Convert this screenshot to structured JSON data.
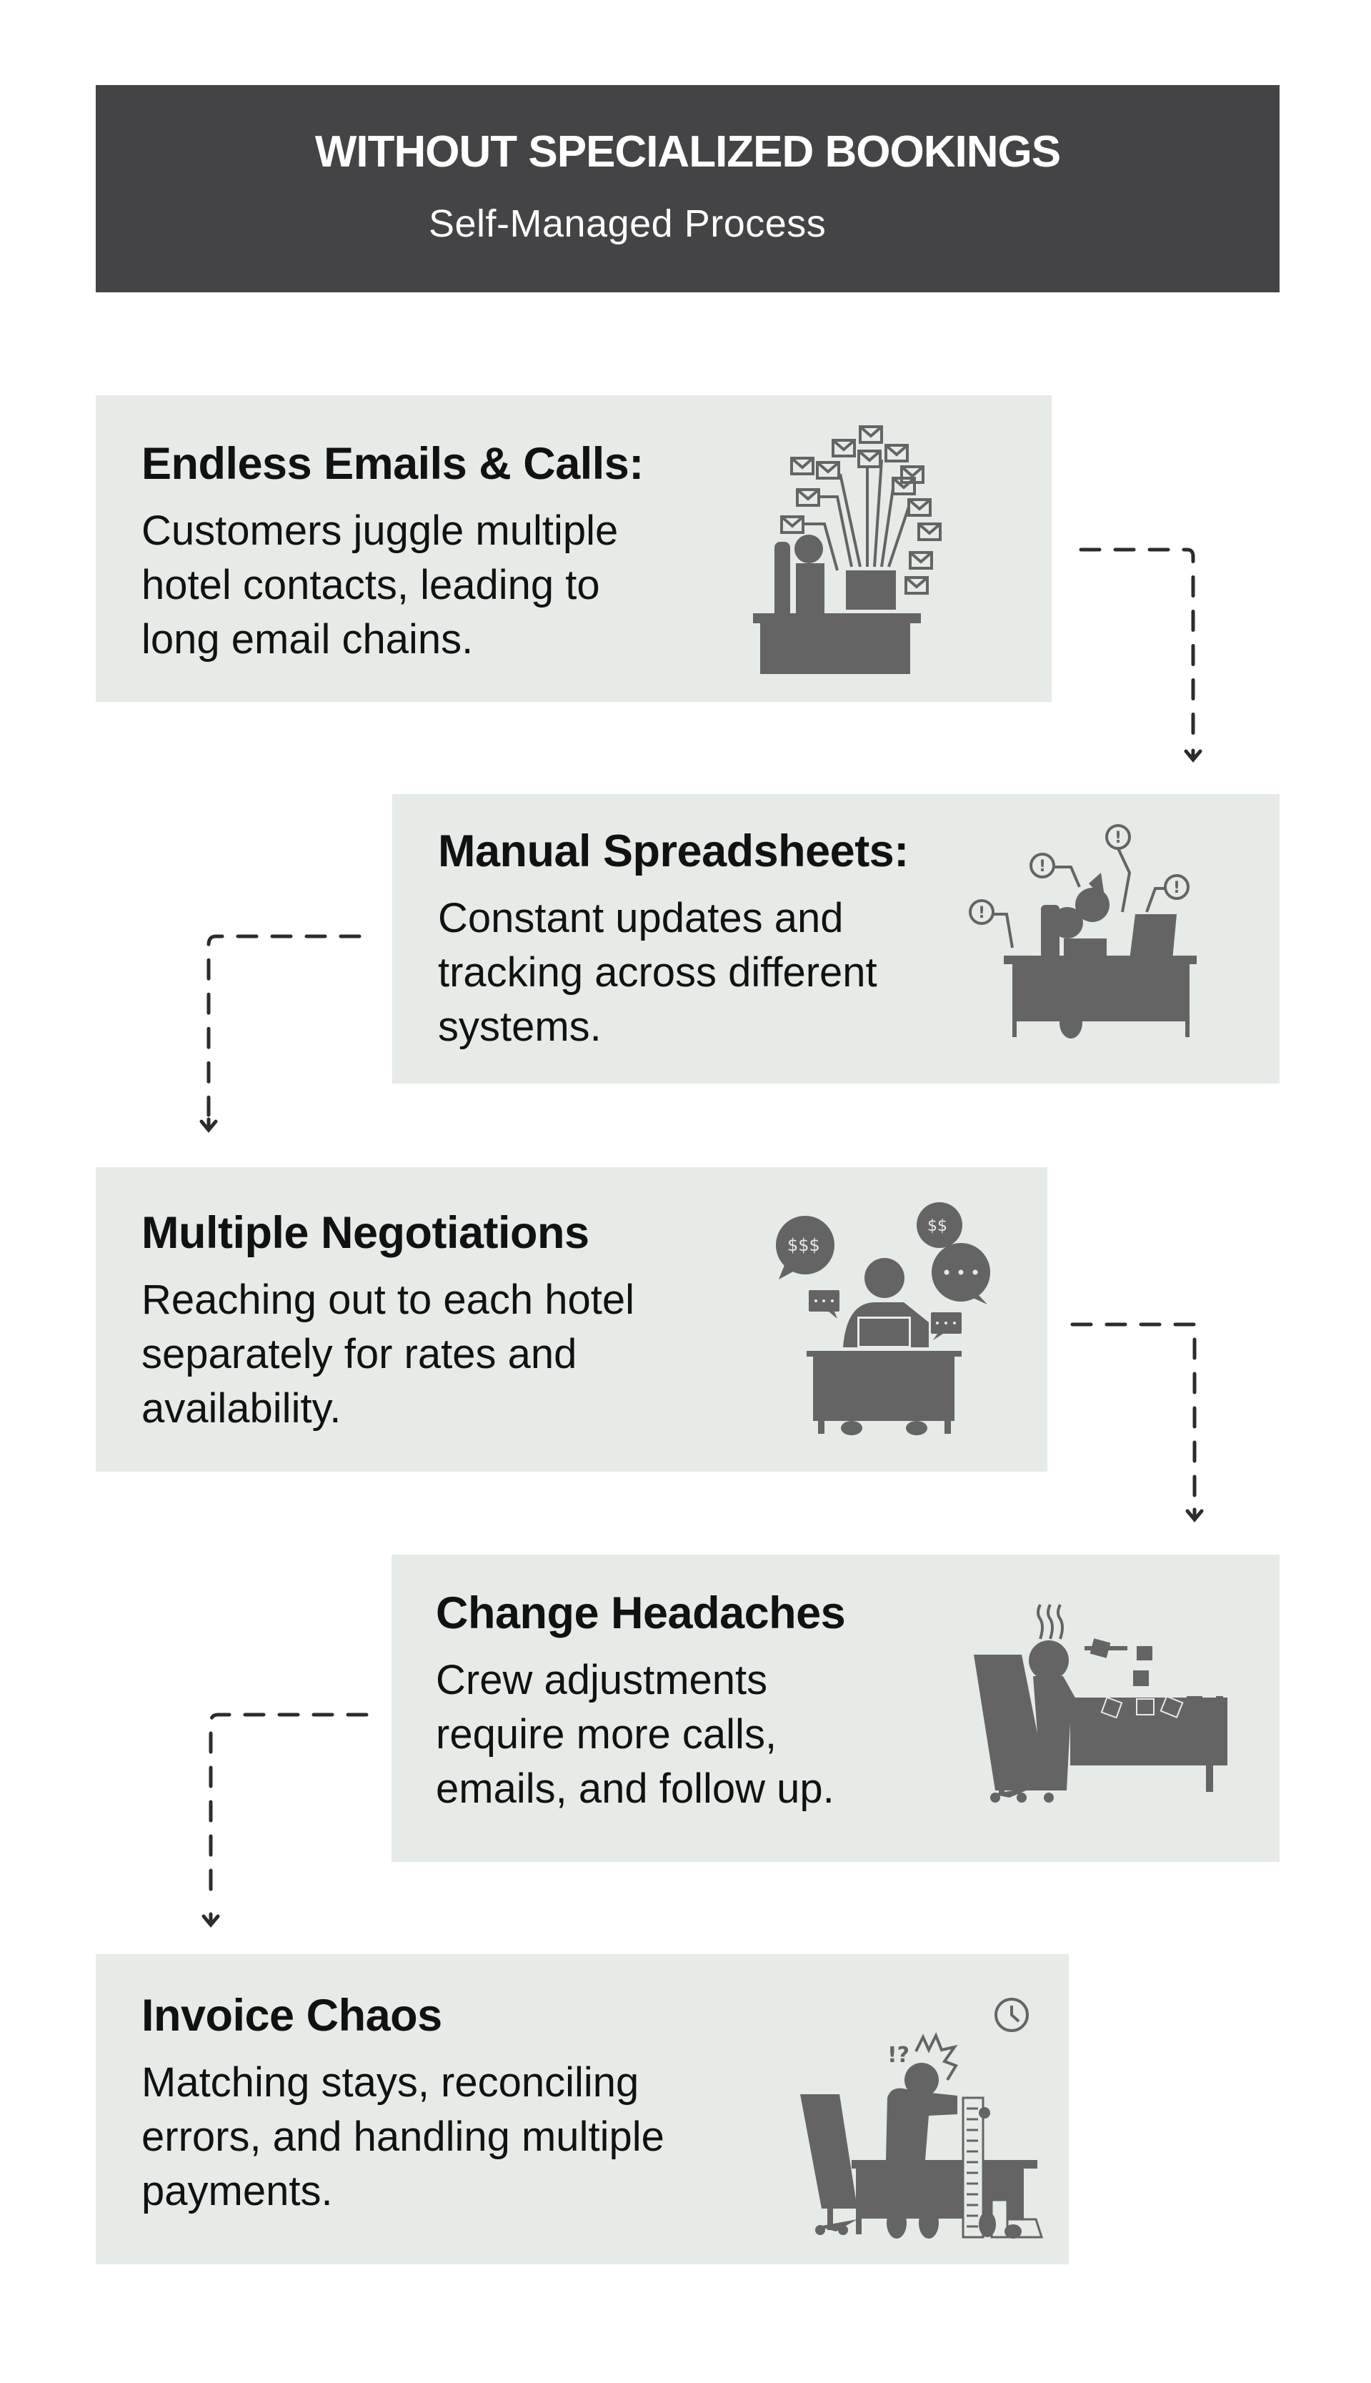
{
  "header": {
    "title": "WITHOUT SPECIALIZED BOOKINGS",
    "subtitle": "Self-Managed Process"
  },
  "colors": {
    "header_bg": "#444446",
    "card_bg": "#e6ebe7",
    "icon": "#646464",
    "arrow": "#2b2d2c",
    "text": "#111111"
  },
  "steps": [
    {
      "title": "Endless Emails & Calls:",
      "body_lines": [
        "Customers juggle multiple",
        "hotel contacts, leading to",
        "long email chains."
      ],
      "icon": "overwhelmed-by-emails-icon"
    },
    {
      "title": "Manual Spreadsheets:",
      "body_lines": [
        "Constant updates and",
        "tracking across different",
        "systems."
      ],
      "icon": "stressed-worker-alerts-icon"
    },
    {
      "title": "Multiple Negotiations",
      "body_lines": [
        "Reaching out to each hotel",
        "separately for rates and",
        "availability."
      ],
      "icon": "negotiation-chat-bubbles-icon"
    },
    {
      "title": "Change Headaches",
      "body_lines": [
        "Crew adjustments",
        "require more calls,",
        "emails, and follow up."
      ],
      "icon": "frustrated-sticky-notes-icon"
    },
    {
      "title": "Invoice Chaos",
      "body_lines": [
        "Matching stays, reconciling",
        "errors, and handling multiple",
        "payments."
      ],
      "icon": "invoice-receipt-chaos-icon"
    }
  ]
}
